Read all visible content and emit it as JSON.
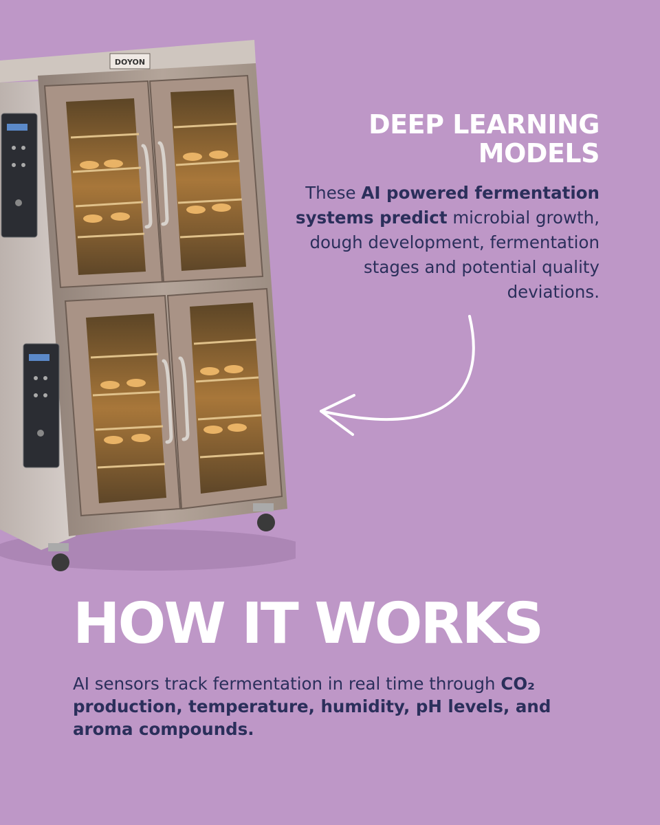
{
  "colors": {
    "background": "#be97c7",
    "heading": "#ffffff",
    "body_text": "#2b2f5b",
    "arrow": "#ffffff"
  },
  "product_image": {
    "brand_label": "DOYON",
    "icon": "proofer-cabinet-icon"
  },
  "deep_learning": {
    "title_line1": "DEEP LEARNING",
    "title_line2": "MODELS",
    "body_pre": "These ",
    "body_bold": "AI powered fermentation systems predict",
    "body_post": " microbial growth, dough development, fermentation stages and potential quality deviations."
  },
  "arrow_icon": "curved-arrow-left-icon",
  "how_it_works": {
    "title": "HOW IT WORKS",
    "body_pre": "AI sensors track fermentation in real time through ",
    "body_bold": "CO₂ production, temperature, humidity, pH levels, and aroma compounds."
  }
}
